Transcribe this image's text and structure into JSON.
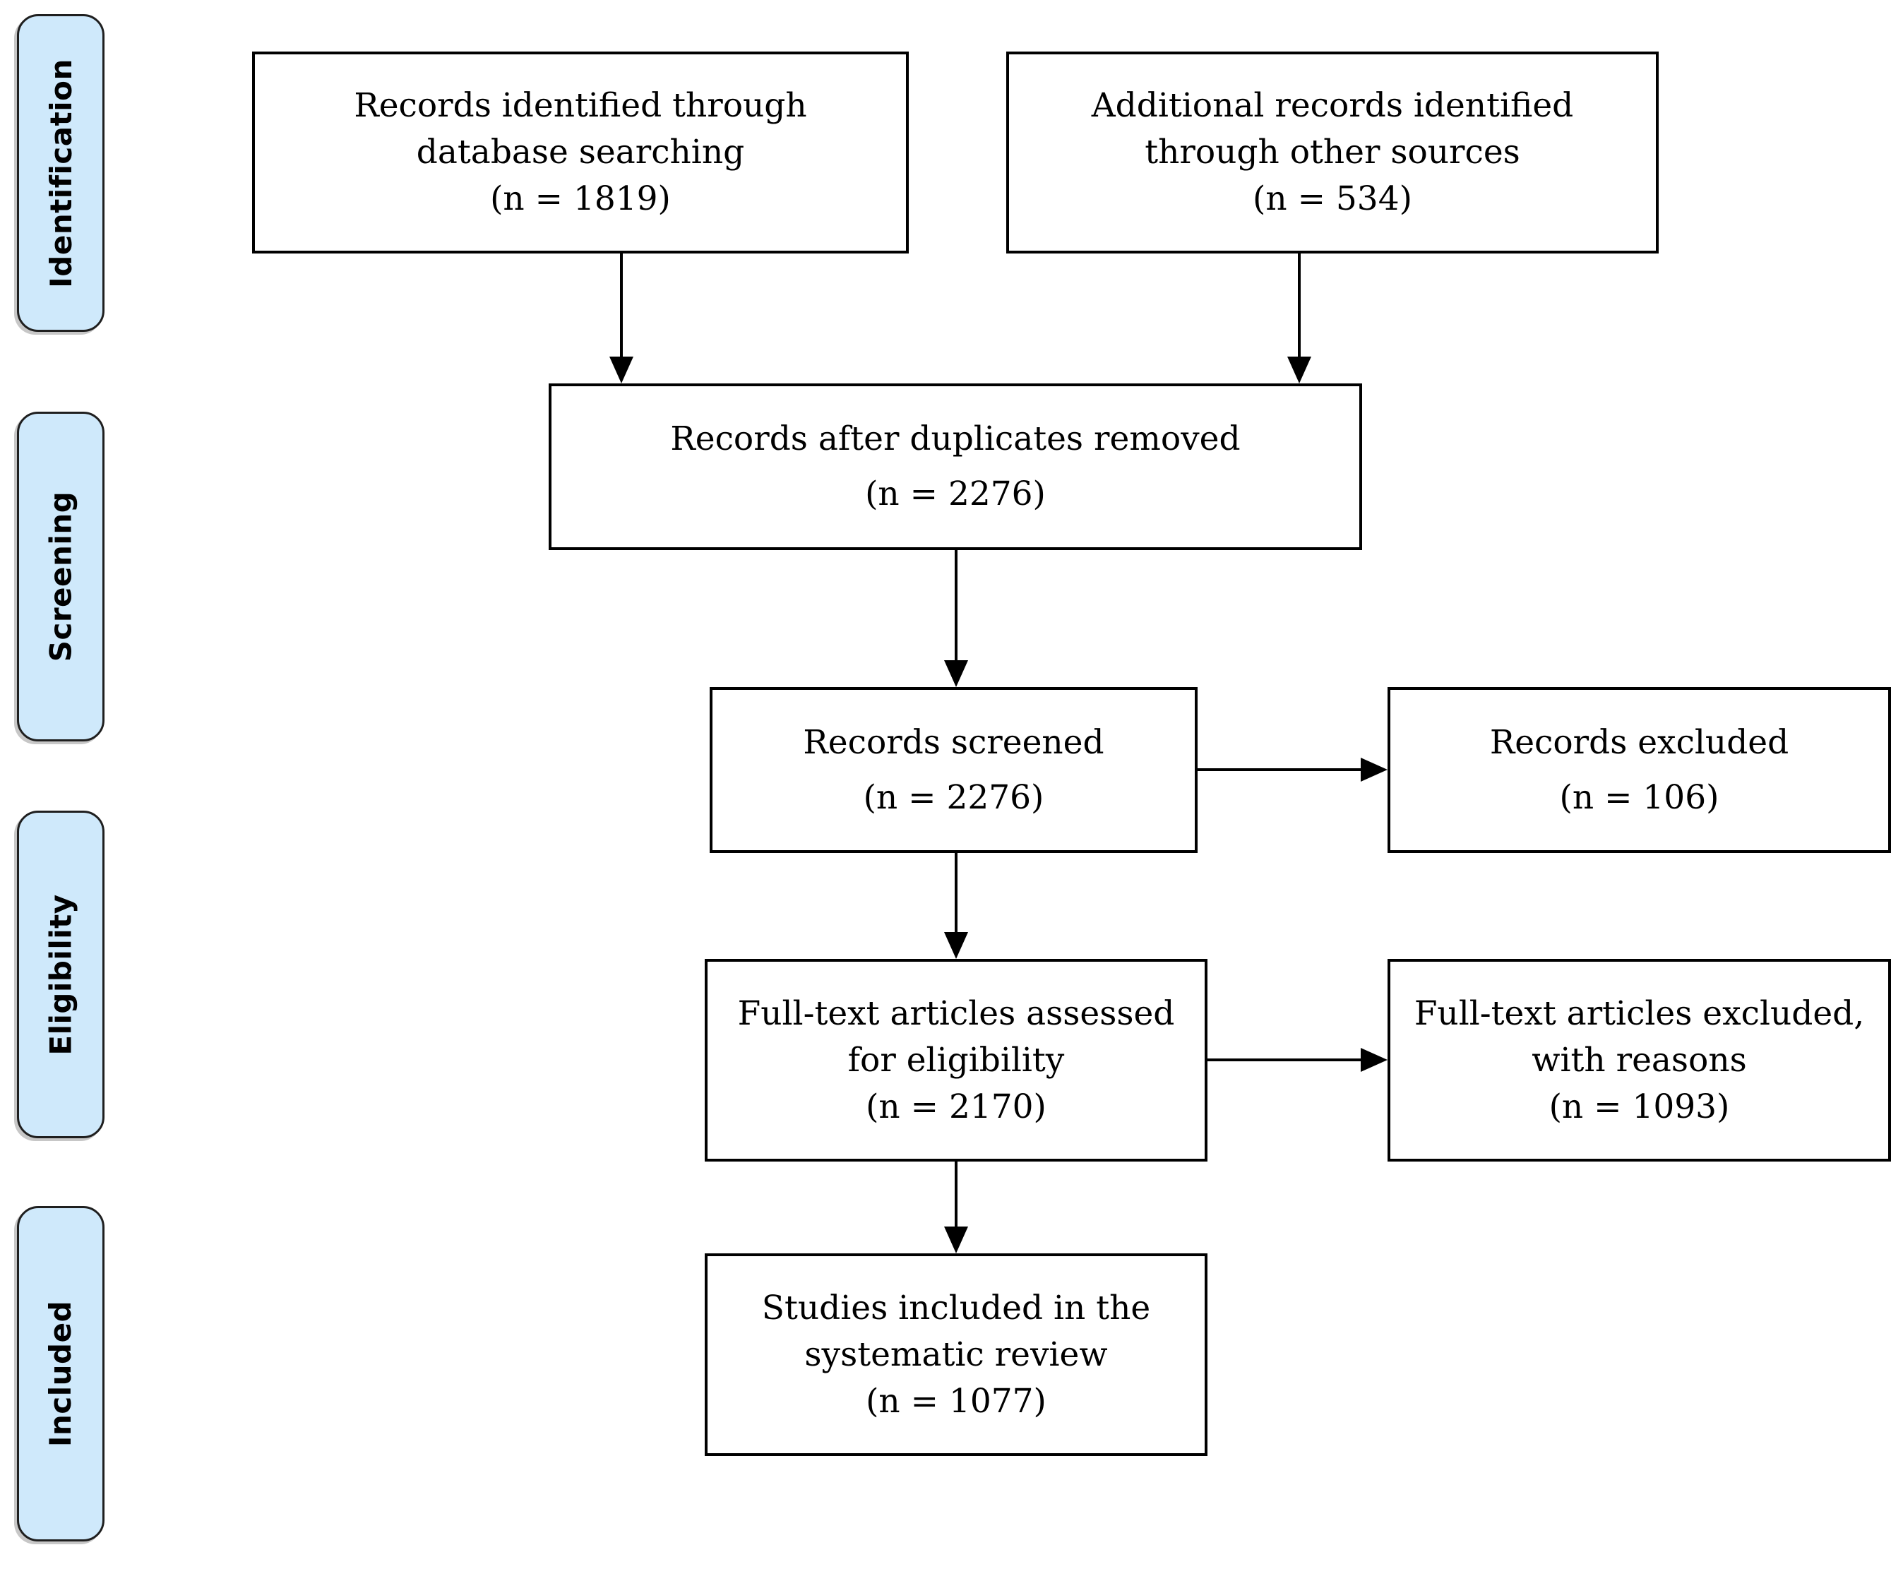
{
  "stages": {
    "identification": "Identification",
    "screening": "Screening",
    "eligibility": "Eligibility",
    "included": "Included"
  },
  "boxes": {
    "identified": {
      "line1": "Records identified through",
      "line2": "database searching",
      "line3": "(n = 1819)",
      "n": 1819
    },
    "additional": {
      "line1": "Additional records identified",
      "line2": "through other sources",
      "line3": "(n = 534)",
      "n": 534
    },
    "duplicates": {
      "line1": "Records after duplicates removed",
      "line2": "(n = 2276)",
      "n": 2276
    },
    "screened": {
      "line1": "Records screened",
      "line2": "(n = 2276)",
      "n": 2276
    },
    "excluded": {
      "line1": "Records excluded",
      "line2": "(n = 106)",
      "n": 106
    },
    "fulltext": {
      "line1": "Full-text articles assessed",
      "line2": "for eligibility",
      "line3": "(n = 2170)",
      "n": 2170
    },
    "fulltext_excluded": {
      "line1": "Full-text articles excluded,",
      "line2": "with reasons",
      "line3": "(n = 1093)",
      "n": 1093
    },
    "included": {
      "line1": "Studies included in the",
      "line2": "systematic review",
      "line3": "(n = 1077)",
      "n": 1077
    }
  },
  "colors": {
    "stage_fill": "#cfe9fb",
    "stage_border": "#1f1f1f",
    "box_fill": "#ffffff",
    "box_border": "#000000",
    "arrow": "#000000",
    "text": "#000000",
    "background": "#ffffff"
  }
}
